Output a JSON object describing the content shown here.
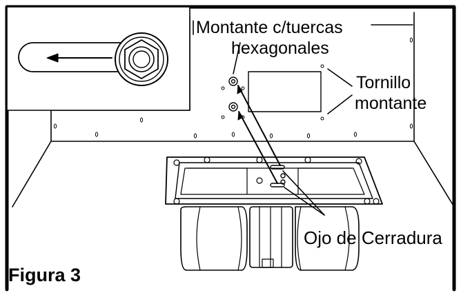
{
  "labels": {
    "stud_with_nuts_line1": "Montante c/tuercas",
    "stud_with_nuts_line2": "hexagonales",
    "stud_screw_line1": "Tornillo",
    "stud_screw_line2": "montante",
    "keyhole": "Ojo de Cerradura",
    "figure_title": "Figura 3"
  },
  "colors": {
    "stroke": "#000000",
    "background": "#ffffff"
  }
}
